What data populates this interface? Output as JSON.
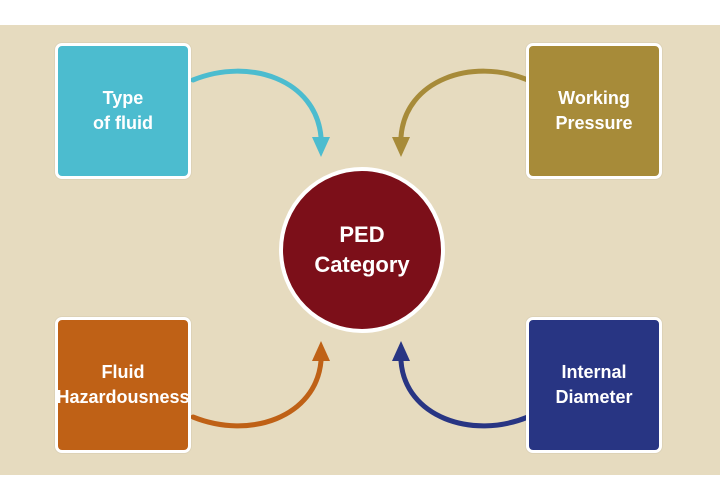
{
  "colors": {
    "background": "#e6dbbf",
    "type_of_fluid": "#4cbccf",
    "working_pressure": "#a78b39",
    "fluid_hazardousness": "#bf6116",
    "internal_diameter": "#283583",
    "ped_category": "#7c0f19"
  },
  "center": {
    "line1": "PED",
    "line2": "Category"
  },
  "boxes": {
    "top_left": {
      "line1": "Type",
      "line2": "of fluid"
    },
    "top_right": {
      "line1": "Working",
      "line2": "Pressure"
    },
    "bottom_left": {
      "line1": "Fluid",
      "line2": "Hazardousness"
    },
    "bottom_right": {
      "line1": "Internal",
      "line2": "Diameter"
    }
  }
}
